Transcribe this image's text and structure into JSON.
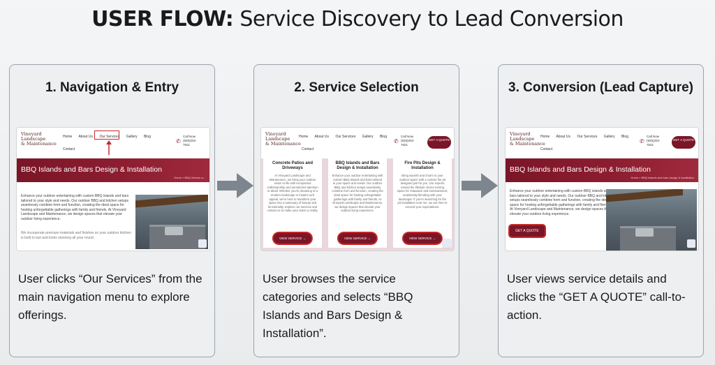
{
  "title": {
    "bold": "USER FLOW:",
    "rest": " Service Discovery to Lead Conversion"
  },
  "panels": [
    {
      "heading": "1. Navigation & Entry",
      "desc": "User clicks “Our Services” from the main navigation menu to explore offerings."
    },
    {
      "heading": "2. Service Selection",
      "desc": "User browses the service categories and selects “BBQ Islands and Bars Design & Installation”."
    },
    {
      "heading": "3. Conversion (Lead Capture)",
      "desc": "User views service details and clicks the “GET A QUOTE” call-to-action."
    }
  ],
  "site": {
    "logo_line1": "Vineyard",
    "logo_line2": "Landscape",
    "logo_line3": "& Maintenance",
    "nav": [
      "Home",
      "About Us",
      "Our Services",
      "Gallery",
      "Blog"
    ],
    "contact": "Contact",
    "call_label": "Call Now",
    "phone_line1": "(925)202-",
    "phone_line2": "7621",
    "banner_title": "BBQ Islands and Bars Design & Installation",
    "crumb_short": "Home » BBQ Service a...",
    "crumb_full": "Home » BBQ islands and bars design & installation",
    "body_text": "Enhance your outdoor entertaining with custom BBQ islands and bars tailored to your style and needs. Our outdoor BBQ and kitchen setups seamlessly combine form and function, creating the ideal space for hosting unforgettable gatherings with family and friends. At Vineyard Landscape and Maintenance, we design spaces that elevate your outdoor living experience.",
    "body_text2": "We incorporate premium materials and finishes so your outdoor kitchen is built to last and looks stunning all year round.",
    "quote_button": "GET A QUOTE",
    "get_quote": "GET A QUOTE",
    "view_service": "VIEW SERVICE →"
  },
  "cards": [
    {
      "title": "Concrete Patios and Driveways",
      "desc": "At Vineyard Landscape and Maintenance, we bring your outdoor vision to life with exceptional craftsmanship and unmatched attention to detail. Whether you're dreaming of a modern landscape or instant curb appeal, we're here to transform your space into a sanctuary of beauty and functionality. Explore our services and contact us to make your vision a reality."
    },
    {
      "title": "BBQ Islands and Bars Design & Installation",
      "desc": "Enhance your outdoor entertaining with custom BBQ islands and bars tailored to your space and needs. Our outdoor BBQ and kitchen setups seamlessly combine form and function, creating the ideal space for hosting unforgettable gatherings with family and friends. At Vineyard Landscape and Maintenance, we design spaces that elevate your outdoor living experience."
    },
    {
      "title": "Fire Pits Design & Installation",
      "desc": "Bring warmth and charm to your outdoor space with a custom fire pit designed just for you. Our experts extend the lifestyle choice turning space for relaxation and entertainment, seamlessly blending with your landscape. If you're searching for fire pit installation near me, we are here to exceed your expectations."
    }
  ],
  "colors": {
    "accent": "#7a1627",
    "highlight": "#c62828",
    "arrow": "#7d868e"
  }
}
